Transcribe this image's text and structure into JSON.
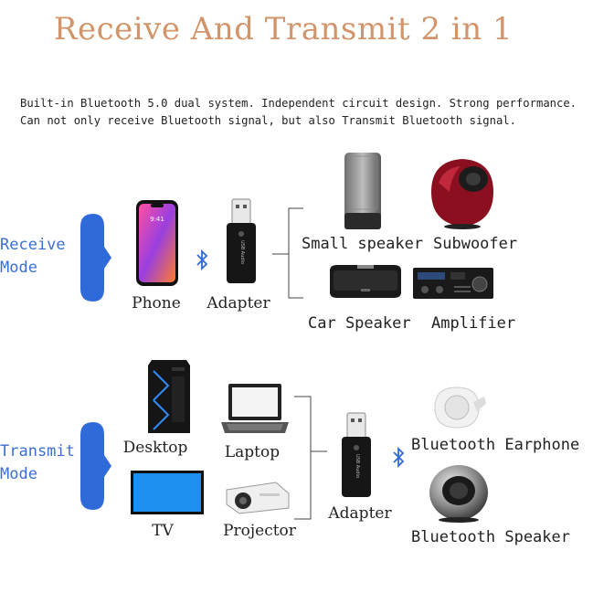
{
  "title": "Receive And Transmit 2 in 1",
  "description": {
    "line1": "Built-in Bluetooth 5.0 dual system. Independent circuit design. Strong performance.",
    "line2": "Can not only receive Bluetooth signal, but also Transmit Bluetooth signal."
  },
  "receive": {
    "mode_line1": "Receive",
    "mode_line2": "Mode",
    "source": "Phone",
    "adapter": "Adapter",
    "outputs": [
      "Small speaker",
      "Subwoofer",
      "Car Speaker",
      "Amplifier"
    ]
  },
  "transmit": {
    "mode_line1": "Transmit",
    "mode_line2": "Mode",
    "sources": [
      "Desktop",
      "Laptop",
      "TV",
      "Projector"
    ],
    "adapter": "Adapter",
    "outputs": [
      "Bluetooth Earphone",
      "Bluetooth Speaker"
    ]
  },
  "icons": [
    "bluetooth-icon",
    "phone-icon",
    "usb-adapter-icon",
    "speaker-icon",
    "subwoofer-icon",
    "car-speaker-icon",
    "amplifier-icon",
    "desktop-icon",
    "laptop-icon",
    "tv-icon",
    "projector-icon",
    "earphone-icon",
    "bluetooth-speaker-icon"
  ],
  "colors": {
    "title": "#d2946a",
    "mode": "#3b6fd2",
    "accent": "#2f6bd8"
  }
}
